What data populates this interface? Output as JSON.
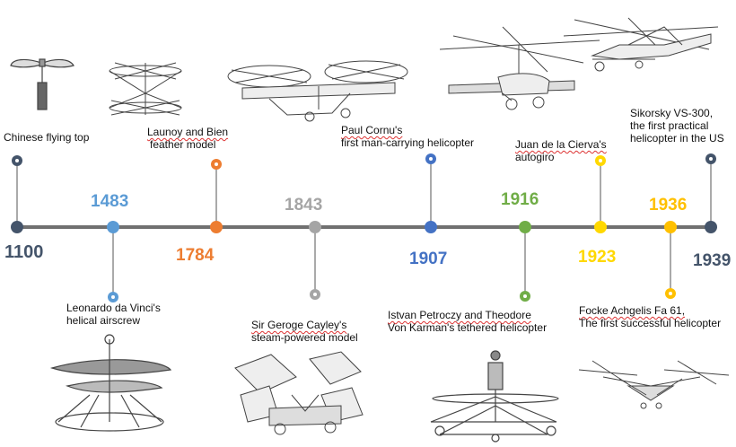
{
  "colors": {
    "axis": "#707070",
    "navy": "#44546a",
    "blue": "#5b9bd5",
    "orange": "#ed7d31",
    "gray": "#a5a5a5",
    "royal": "#4472c4",
    "green": "#70ad47",
    "yellow": "#ffd800",
    "gold": "#ffc000"
  },
  "events": [
    {
      "year": "1100",
      "color": "#44546a",
      "caption_lines": [
        "Chinese flying top"
      ],
      "image": "chinese-flying-top-drawing"
    },
    {
      "year": "1483",
      "color": "#5b9bd5",
      "caption_lines": [
        "Leonardo da Vinci's",
        "helical airscrew"
      ],
      "image": "da-vinci-airscrew-drawing"
    },
    {
      "year": "1784",
      "color": "#ed7d31",
      "caption_lines": [
        "Launoy and Bien",
        "feather model"
      ],
      "image": "launoy-bienvenu-feather-model-drawing"
    },
    {
      "year": "1843",
      "color": "#a5a5a5",
      "caption_lines": [
        "Sir Geroge Cayley's",
        "steam-powered model"
      ],
      "image": "cayley-steam-model-drawing"
    },
    {
      "year": "1907",
      "color": "#4472c4",
      "caption_lines": [
        "Paul Cornu's",
        "first man-carrying helicopter"
      ],
      "image": "cornu-helicopter-drawing"
    },
    {
      "year": "1916",
      "color": "#70ad47",
      "caption_lines": [
        "Istvan Petroczy and Theodore",
        "Von Karman's tethered helicopter"
      ],
      "image": "petroczy-karman-helicopter-drawing"
    },
    {
      "year": "1923",
      "color": "#ffd800",
      "caption_lines": [
        "Juan de la Cierva's",
        "autogiro"
      ],
      "image": "cierva-autogiro-drawing"
    },
    {
      "year": "1936",
      "color": "#ffc000",
      "caption_lines": [
        "Focke Achgelis Fa 61,",
        "The first successful helicopter"
      ],
      "image": "focke-fa61-drawing"
    },
    {
      "year": "1939",
      "color": "#44546a",
      "caption_lines": [
        "Sikorsky VS-300,",
        "the first practical",
        "helicopter in the US"
      ],
      "image": "sikorsky-vs300-drawing"
    }
  ]
}
